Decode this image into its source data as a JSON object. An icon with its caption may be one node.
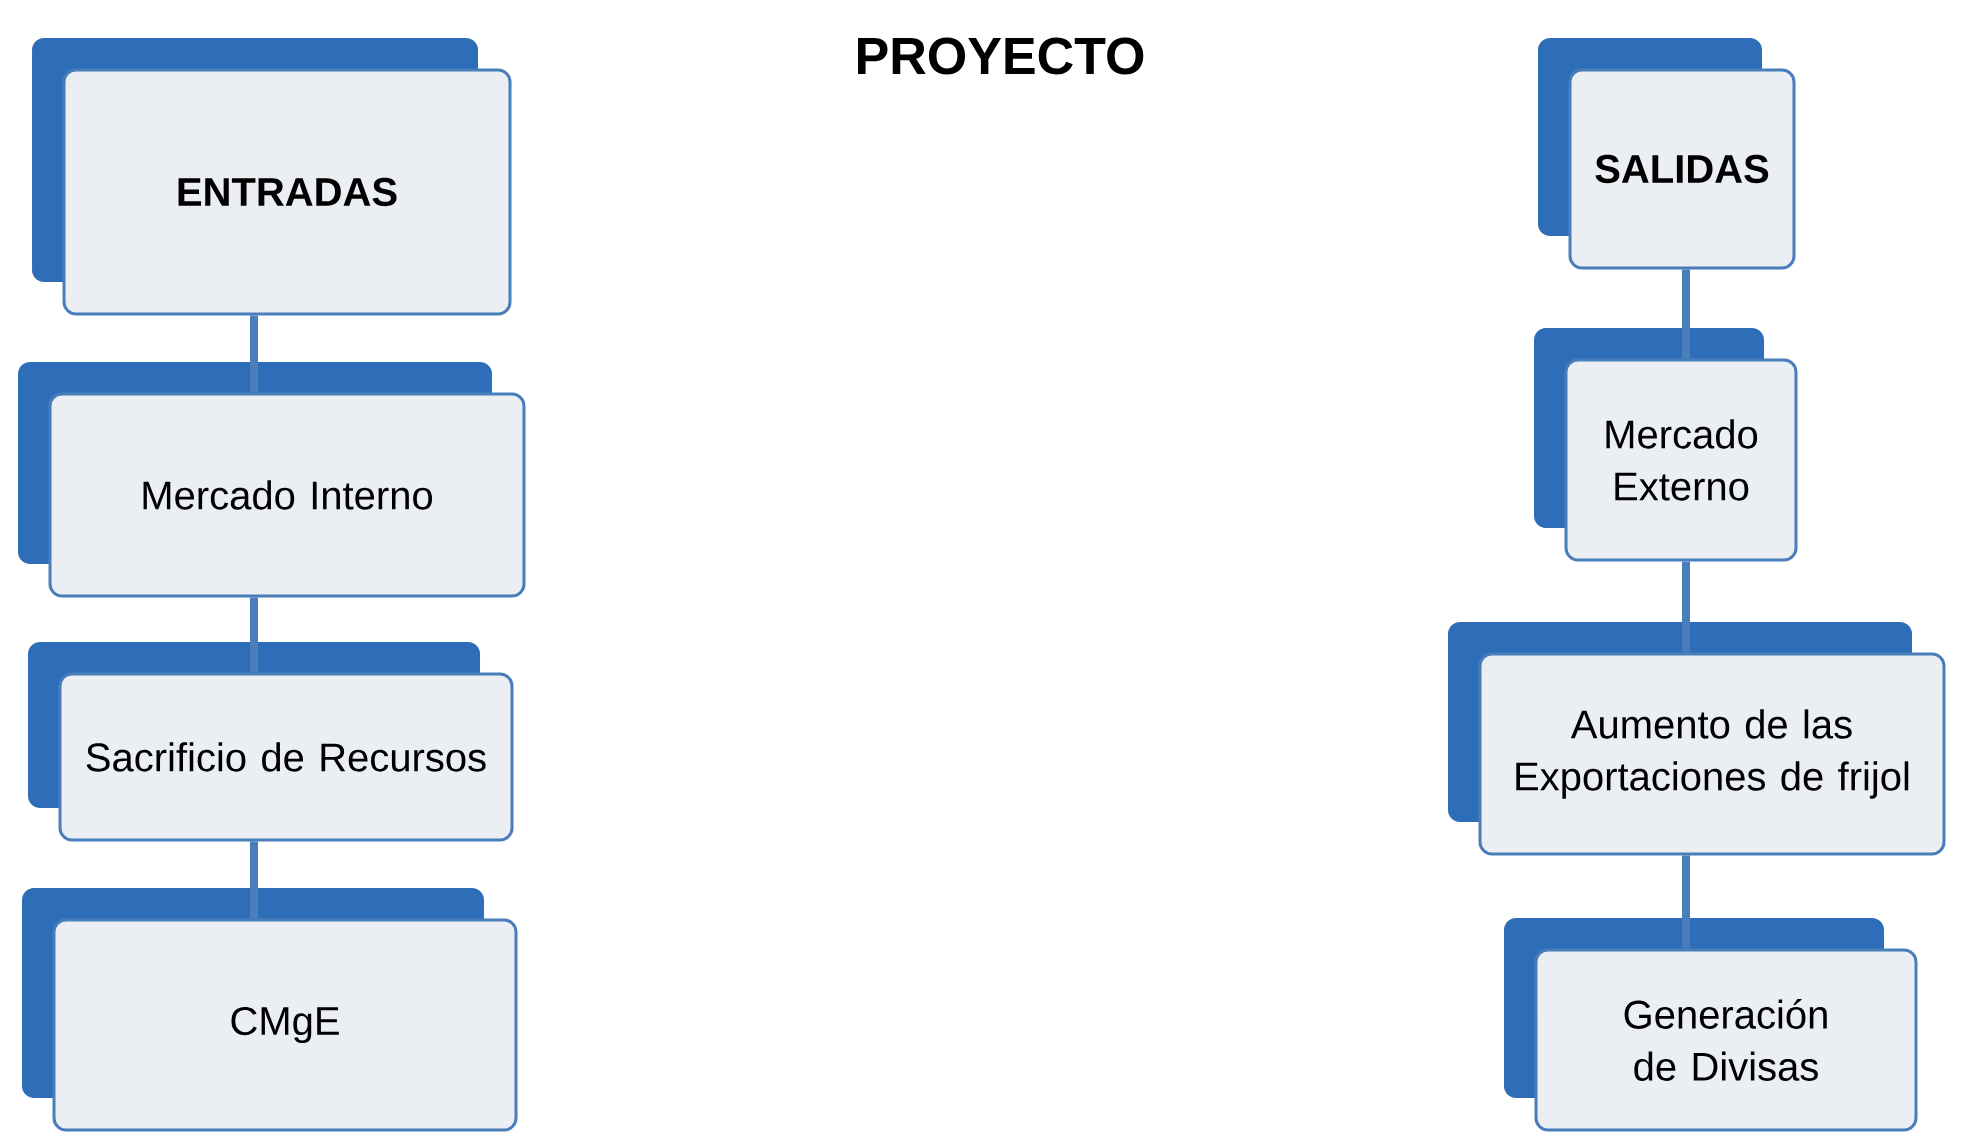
{
  "diagram": {
    "title": "PROYECTO",
    "nodes": [
      {
        "text": [
          "ENTRADAS"
        ]
      },
      {
        "text": [
          "Mercado Interno"
        ]
      },
      {
        "text": [
          "Sacrificio de Recursos"
        ]
      },
      {
        "text": [
          "CMgE"
        ]
      },
      {
        "text": [
          "SALIDAS"
        ]
      },
      {
        "text": [
          "Mercado Externo"
        ]
      },
      {
        "text": [
          "Aumento de las Exportaciones de frijol"
        ]
      },
      {
        "text": [
          "Generación de Divisas"
        ]
      }
    ],
    "edges": [
      {
        "from": 0,
        "to": 1,
        "arrow": "none"
      },
      {
        "from": 1,
        "to": 2,
        "arrow": "none"
      },
      {
        "from": 2,
        "to": 3,
        "arrow": "none"
      },
      {
        "from": 4,
        "to": 5,
        "arrow": "none"
      },
      {
        "from": 5,
        "to": 6,
        "arrow": "none"
      },
      {
        "from": 6,
        "to": 7,
        "arrow": "none"
      }
    ]
  }
}
